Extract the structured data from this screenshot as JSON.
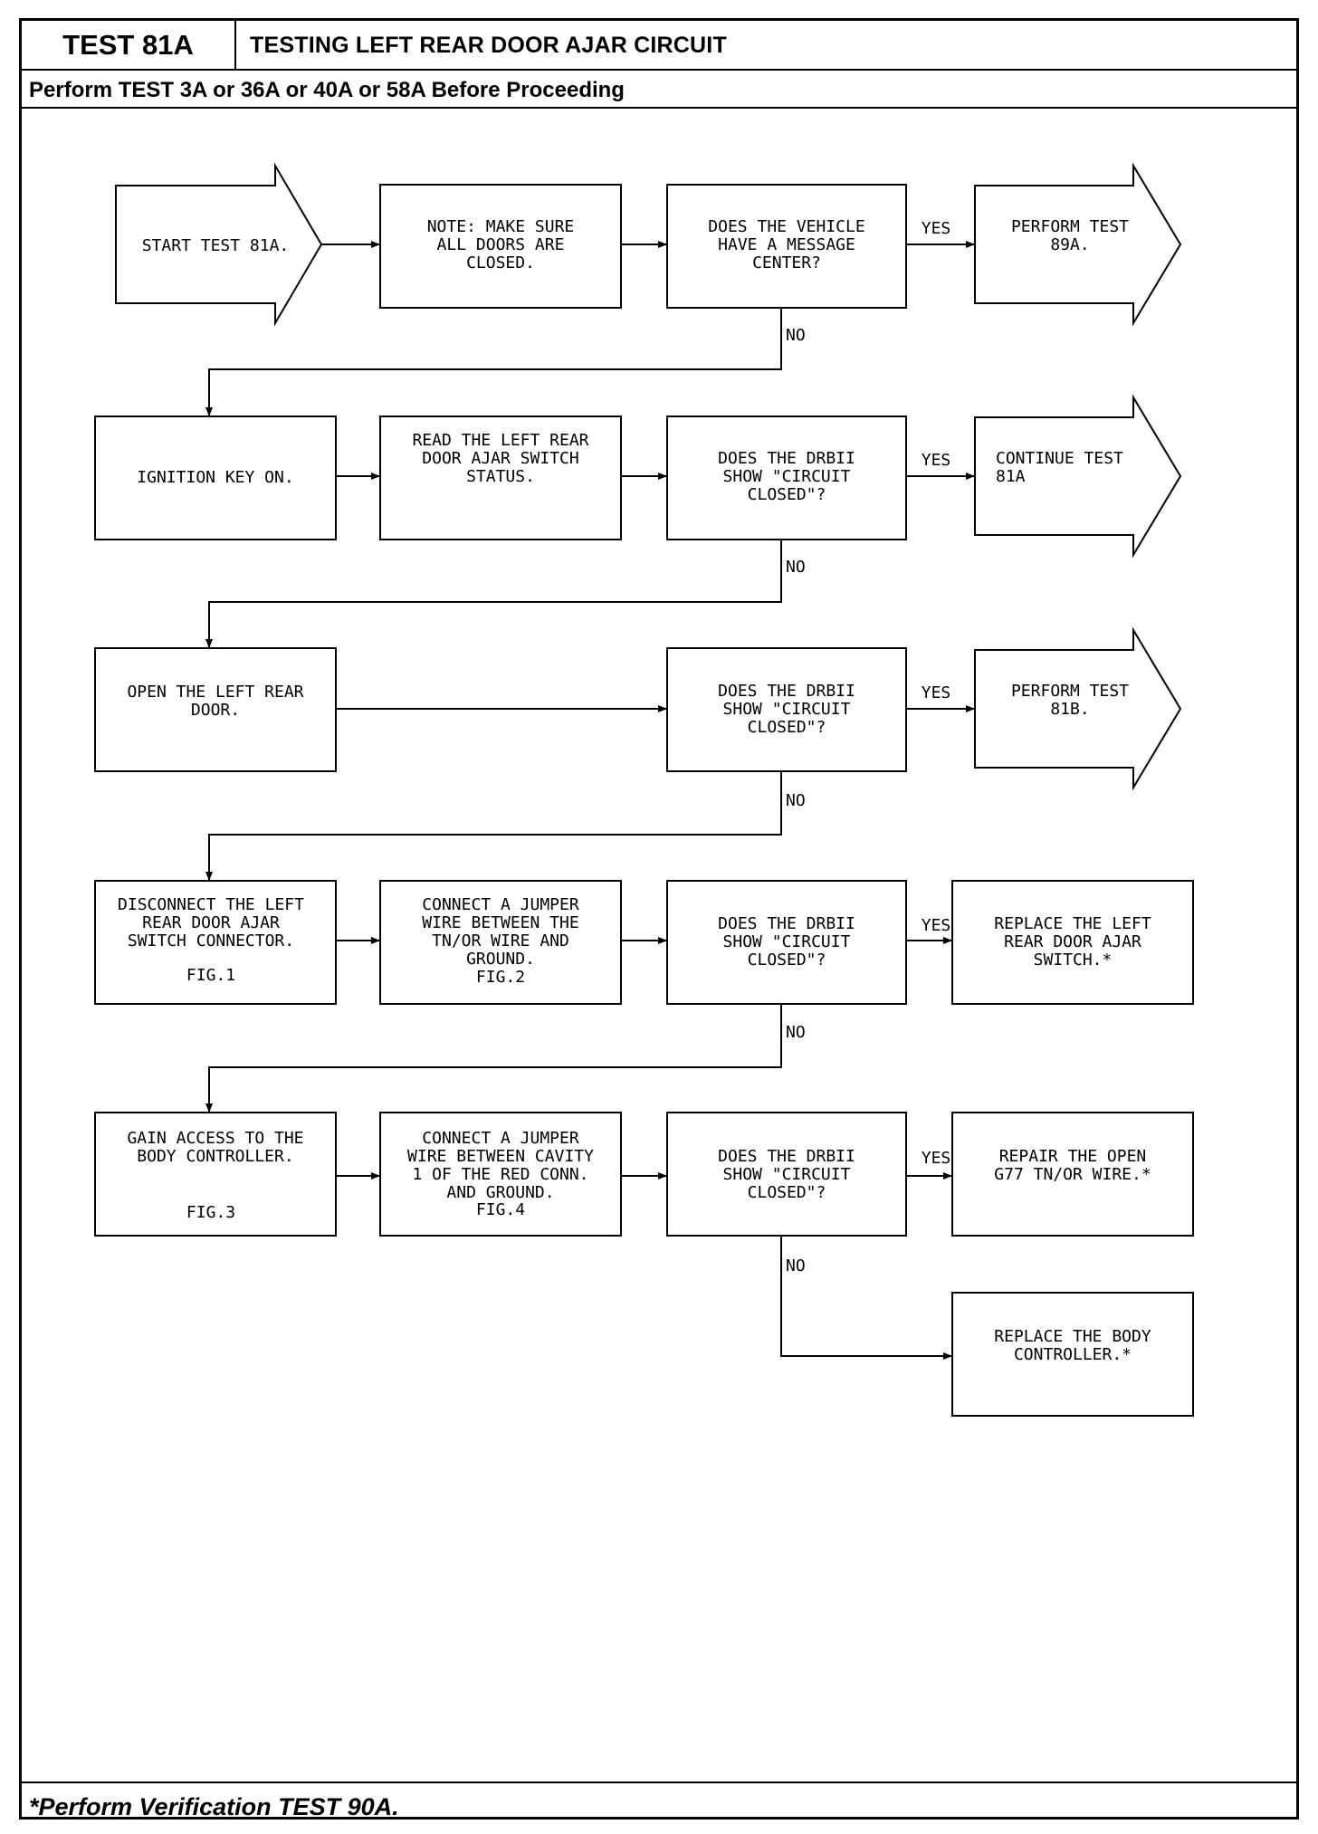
{
  "header": {
    "test_id": "TEST 81A",
    "title": "TESTING LEFT REAR DOOR AJAR CIRCUIT",
    "prerequisite": "Perform TEST 3A or 36A or 40A or 58A Before Proceeding"
  },
  "footer": {
    "note": "*Perform Verification TEST 90A."
  },
  "flow": {
    "start": [
      "START TEST 81A."
    ],
    "note_doors": [
      "NOTE: MAKE SURE",
      "ALL DOORS ARE",
      "CLOSED."
    ],
    "q_message_center": [
      "DOES THE VEHICLE",
      "HAVE A MESSAGE",
      "CENTER?"
    ],
    "perform_89a": [
      "PERFORM TEST",
      "89A."
    ],
    "ignition_on": [
      "IGNITION KEY ON."
    ],
    "read_status": [
      "READ THE LEFT REAR",
      "DOOR AJAR SWITCH",
      "STATUS."
    ],
    "q_closed_1": [
      "DOES THE DRBII",
      "SHOW \"CIRCUIT",
      "CLOSED\"?"
    ],
    "continue_81a": [
      "CONTINUE TEST",
      "81A"
    ],
    "open_door": [
      "OPEN THE LEFT REAR",
      "DOOR."
    ],
    "q_closed_2": [
      "DOES THE DRBII",
      "SHOW \"CIRCUIT",
      "CLOSED\"?"
    ],
    "perform_81b": [
      "PERFORM TEST",
      "81B."
    ],
    "disconnect": [
      "DISCONNECT THE LEFT",
      "REAR DOOR AJAR",
      "SWITCH CONNECTOR."
    ],
    "disconnect_fig": "FIG.1",
    "jumper_1": [
      "CONNECT A JUMPER",
      "WIRE BETWEEN THE",
      "TN/OR WIRE AND",
      "GROUND."
    ],
    "jumper_1_fig": "FIG.2",
    "q_closed_3": [
      "DOES THE DRBII",
      "SHOW \"CIRCUIT",
      "CLOSED\"?"
    ],
    "replace_switch": [
      "REPLACE THE LEFT",
      "REAR DOOR AJAR",
      "SWITCH.*"
    ],
    "gain_access": [
      "GAIN ACCESS TO THE",
      "BODY CONTROLLER."
    ],
    "gain_access_fig": "FIG.3",
    "jumper_2": [
      "CONNECT A JUMPER",
      "WIRE BETWEEN CAVITY",
      "1 OF THE RED CONN.",
      "AND GROUND."
    ],
    "jumper_2_fig": "FIG.4",
    "q_closed_4": [
      "DOES THE DRBII",
      "SHOW \"CIRCUIT",
      "CLOSED\"?"
    ],
    "repair_open": [
      "REPAIR THE OPEN",
      "G77 TN/OR WIRE.*"
    ],
    "replace_controller": [
      "REPLACE THE BODY",
      "CONTROLLER.*"
    ],
    "yes_label": "YES",
    "no_label": "NO"
  }
}
